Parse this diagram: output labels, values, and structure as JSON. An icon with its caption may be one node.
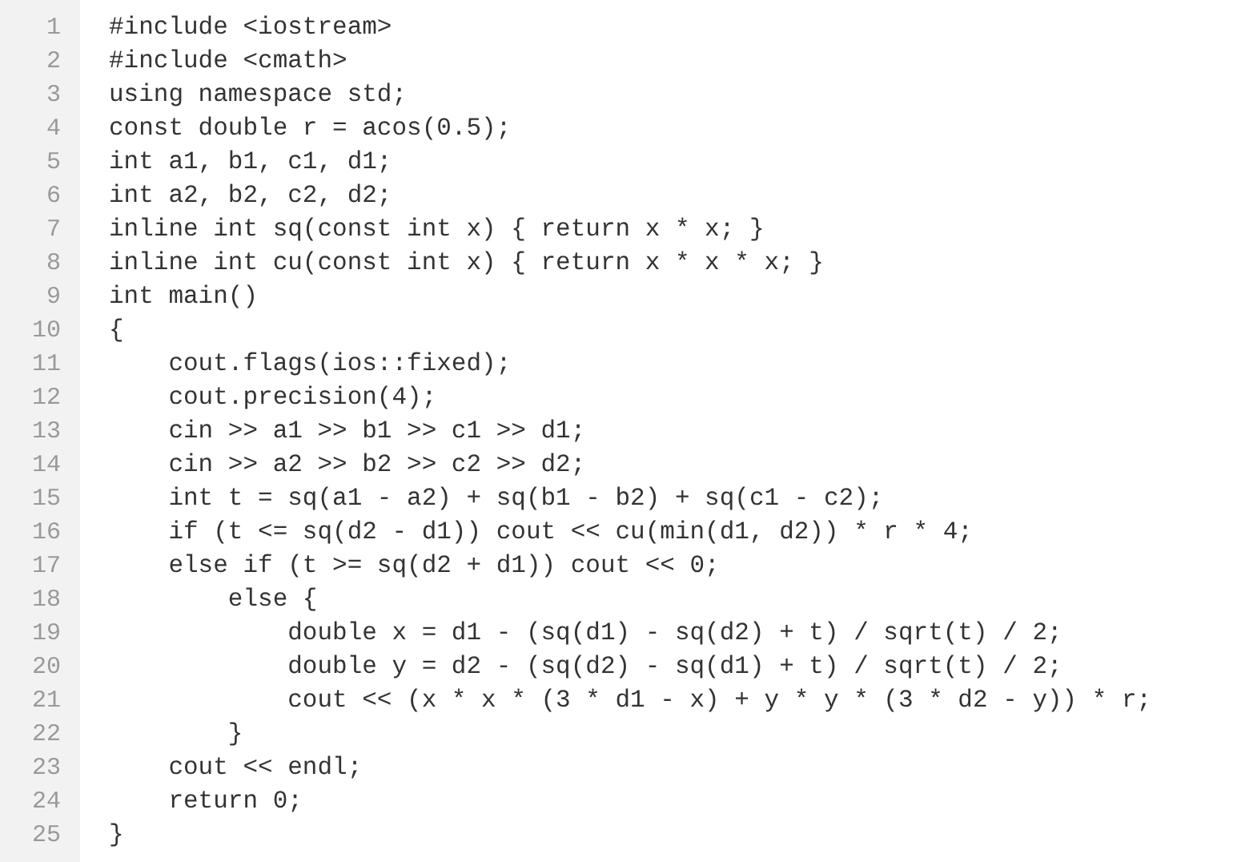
{
  "diagram": {
    "labels": [
      "1",
      "#include <iostream>",
      "2",
      "#include <cmath>",
      "3",
      "using namespace std;",
      "4",
      "const double r = acos(0.5);",
      "5",
      "int a1, b1, c1, d1;",
      "6",
      "int a2, b2, c2, d2;",
      "7",
      "inline int sq(const int x) { return x * x; }",
      "8",
      "inline int cu(const int x) { return x * x * x; }",
      "9",
      "int main()",
      "10",
      "{",
      "11",
      "    cout.flags(ios::fixed);",
      "12",
      "    cout.precision(4);",
      "13",
      "    cin >> a1 >> b1 >> c1 >> d1;",
      "14",
      "    cin >> a2 >> b2 >> c2 >> d2;",
      "15",
      "    int t = sq(a1 - a2) + sq(b1 - b2) + sq(c1 - c2);",
      "16",
      "    if (t <= sq(d2 - d1)) cout << cu(min(d1, d2)) * r * 4;",
      "17",
      "    else if (t >= sq(d2 + d1)) cout << 0;",
      "18",
      "        else {",
      "19",
      "            double x = d1 - (sq(d1) - sq(d2) + t) / sqrt(t) / 2;",
      "20",
      "            double y = d2 - (sq(d2) - sq(d1) + t) / sqrt(t) / 2;",
      "21",
      "            cout << (x * x * (3 * d1 - x) + y * y * (3 * d2 - y)) * r;",
      "22",
      "        }",
      "23",
      "    cout << endl;",
      "24",
      "    return 0;",
      "25",
      "}"
    ]
  }
}
